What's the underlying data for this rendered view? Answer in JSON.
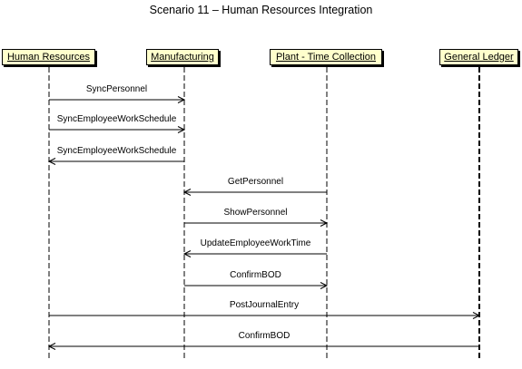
{
  "title": "Scenario 11 – Human Resources Integration",
  "actors": [
    {
      "name": "Human Resources"
    },
    {
      "name": "Manufacturing"
    },
    {
      "name": "Plant - Time Collection"
    },
    {
      "name": "General Ledger"
    }
  ],
  "messages": [
    {
      "label": "SyncPersonnel",
      "from": 0,
      "to": 1
    },
    {
      "label": "SyncEmployeeWorkSchedule",
      "from": 0,
      "to": 1
    },
    {
      "label": "SyncEmployeeWorkSchedule",
      "from": 1,
      "to": 0
    },
    {
      "label": "GetPersonnel",
      "from": 2,
      "to": 1
    },
    {
      "label": "ShowPersonnel",
      "from": 1,
      "to": 2
    },
    {
      "label": "UpdateEmployeeWorkTime",
      "from": 2,
      "to": 1
    },
    {
      "label": "ConfirmBOD",
      "from": 1,
      "to": 2
    },
    {
      "label": "PostJournalEntry",
      "from": 0,
      "to": 3
    },
    {
      "label": "ConfirmBOD",
      "from": 3,
      "to": 0
    }
  ]
}
